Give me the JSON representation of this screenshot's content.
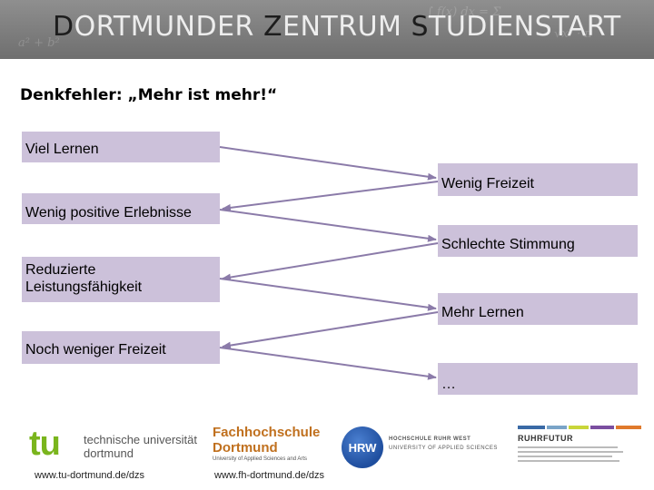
{
  "header": {
    "title_parts": [
      {
        "text": "D",
        "style": "strong"
      },
      {
        "text": "ORTMUNDER ",
        "style": "dim"
      },
      {
        "text": "Z",
        "style": "strong"
      },
      {
        "text": "ENTRUM ",
        "style": "dim"
      },
      {
        "text": "S",
        "style": "strong"
      },
      {
        "text": "TUDIENSTART",
        "style": "dim"
      }
    ]
  },
  "slide": {
    "subtitle": "Denkfehler: „Mehr ist mehr!“"
  },
  "chain": {
    "viel_lernen": "Viel Lernen",
    "wenig_freizeit": "Wenig Freizeit",
    "wenig_positive": "Wenig positive Erlebnisse",
    "schlechte_stimmung": "Schlechte Stimmung",
    "reduzierte_1": "Reduzierte",
    "reduzierte_2": "Leistungsfähigkeit",
    "mehr_lernen": "Mehr Lernen",
    "noch_weniger": "Noch weniger Freizeit",
    "ellipsis": "…"
  },
  "footer": {
    "tu": {
      "mark": "tu",
      "line1": "technische universität",
      "line2": "dortmund",
      "url": "www.tu-dortmund.de/dzs"
    },
    "fh": {
      "line1": "Fachhochschule",
      "line2": "Dortmund",
      "line3": "University of Applied Sciences and Arts",
      "url": "www.fh-dortmund.de/dzs"
    },
    "hrw": {
      "badge": "HRW",
      "line1": "HOCHSCHULE RUHR WEST",
      "line2": "UNIVERSITY OF APPLIED SCIENCES"
    },
    "ruhrfutur": {
      "name": "RUHRFUTUR"
    }
  },
  "colors": {
    "box": "#ccc1da",
    "arrow": "#8b7ba9",
    "tu_green": "#7ab51d",
    "fh_orange": "#c0701e",
    "hrw_blue": "#1f4e9e"
  }
}
